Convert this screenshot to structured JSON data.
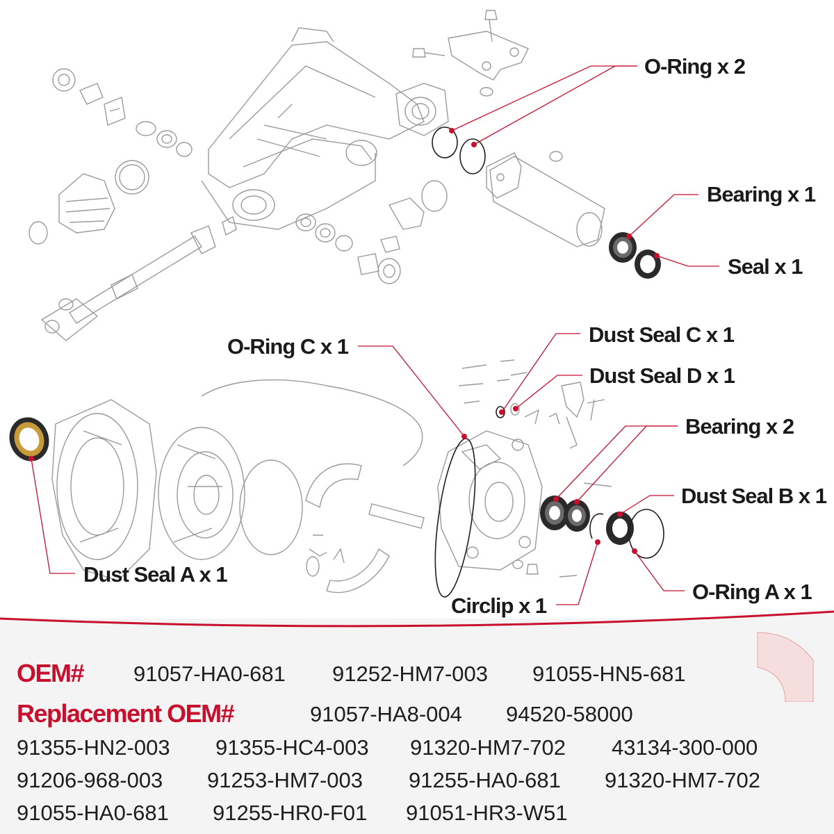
{
  "callouts": {
    "oring_x2": "O-Ring x 2",
    "bearing_x1": "Bearing x 1",
    "seal_x1": "Seal x 1",
    "oring_c": "O-Ring C x 1",
    "dust_seal_c": "Dust Seal C x 1",
    "dust_seal_d": "Dust Seal D x 1",
    "bearing_x2": "Bearing x 2",
    "dust_seal_b": "Dust Seal B x 1",
    "dust_seal_a": "Dust Seal A x 1",
    "oring_a": "O-Ring A x 1",
    "circlip": "Circlip x 1"
  },
  "oem": {
    "label": "OEM#",
    "numbers": [
      "91057-HA0-681",
      "91252-HM7-003",
      "91055-HN5-681"
    ]
  },
  "replacement": {
    "label": "Replacement OEM#",
    "first_line": [
      "91057-HA8-004",
      "94520-58000"
    ],
    "rows": [
      [
        "91355-HN2-003",
        "91355-HC4-003",
        "91320-HM7-702",
        "43134-300-000"
      ],
      [
        "91206-968-003",
        "91253-HM7-003",
        "91255-HA0-681",
        "91320-HM7-702"
      ],
      [
        "91055-HA0-681",
        "91255-HR0-F01",
        "91051-HR3-W51"
      ]
    ]
  },
  "colors": {
    "accent": "#c8102e",
    "text": "#1d1d1d",
    "sketch": "#9a9a9a",
    "panel": "#f4f4f4"
  }
}
